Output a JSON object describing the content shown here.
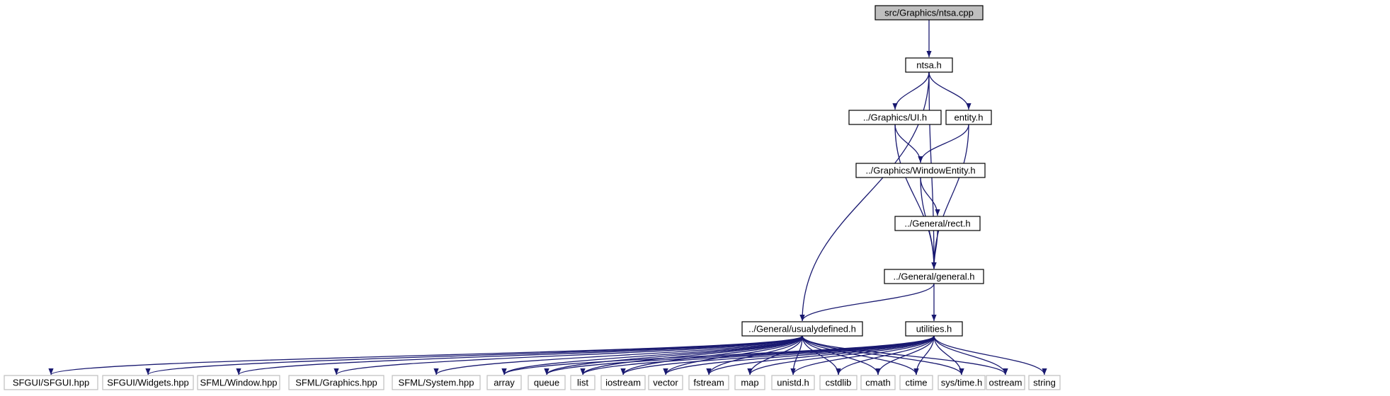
{
  "diagram": {
    "type": "include-dependency-graph",
    "colors": {
      "edge": "#191970",
      "border": "#000000",
      "external_border": "#bfbfbf",
      "root_fill": "#bfbfbf",
      "fill": "#ffffff"
    },
    "nodes": [
      {
        "id": "ntsa_cpp",
        "label": "src/Graphics/ntsa.cpp",
        "kind": "root"
      },
      {
        "id": "ntsa_h",
        "label": "ntsa.h",
        "kind": "local"
      },
      {
        "id": "ui_h",
        "label": "../Graphics/UI.h",
        "kind": "local"
      },
      {
        "id": "entity_h",
        "label": "entity.h",
        "kind": "local"
      },
      {
        "id": "windowentity_h",
        "label": "../Graphics/WindowEntity.h",
        "kind": "local"
      },
      {
        "id": "rect_h",
        "label": "../General/rect.h",
        "kind": "local"
      },
      {
        "id": "general_h",
        "label": "../General/general.h",
        "kind": "local"
      },
      {
        "id": "usualydefined_h",
        "label": "../General/usualydefined.h",
        "kind": "local"
      },
      {
        "id": "utilities_h",
        "label": "utilities.h",
        "kind": "local"
      },
      {
        "id": "sfgui_hpp",
        "label": "SFGUI/SFGUI.hpp",
        "kind": "external"
      },
      {
        "id": "widgets_hpp",
        "label": "SFGUI/Widgets.hpp",
        "kind": "external"
      },
      {
        "id": "window_hpp",
        "label": "SFML/Window.hpp",
        "kind": "external"
      },
      {
        "id": "graphics_hpp",
        "label": "SFML/Graphics.hpp",
        "kind": "external"
      },
      {
        "id": "system_hpp",
        "label": "SFML/System.hpp",
        "kind": "external"
      },
      {
        "id": "array",
        "label": "array",
        "kind": "external"
      },
      {
        "id": "queue",
        "label": "queue",
        "kind": "external"
      },
      {
        "id": "list",
        "label": "list",
        "kind": "external"
      },
      {
        "id": "iostream",
        "label": "iostream",
        "kind": "external"
      },
      {
        "id": "vector",
        "label": "vector",
        "kind": "external"
      },
      {
        "id": "fstream",
        "label": "fstream",
        "kind": "external"
      },
      {
        "id": "map",
        "label": "map",
        "kind": "external"
      },
      {
        "id": "unistd_h",
        "label": "unistd.h",
        "kind": "external"
      },
      {
        "id": "cstdlib",
        "label": "cstdlib",
        "kind": "external"
      },
      {
        "id": "cmath",
        "label": "cmath",
        "kind": "external"
      },
      {
        "id": "ctime",
        "label": "ctime",
        "kind": "external"
      },
      {
        "id": "systime_h",
        "label": "sys/time.h",
        "kind": "external"
      },
      {
        "id": "ostream",
        "label": "ostream",
        "kind": "external"
      },
      {
        "id": "string",
        "label": "string",
        "kind": "external"
      }
    ],
    "edges": [
      [
        "ntsa_cpp",
        "ntsa_h"
      ],
      [
        "ntsa_h",
        "ui_h"
      ],
      [
        "ntsa_h",
        "entity_h"
      ],
      [
        "ntsa_h",
        "usualydefined_h"
      ],
      [
        "ntsa_h",
        "general_h"
      ],
      [
        "ui_h",
        "windowentity_h"
      ],
      [
        "ui_h",
        "general_h"
      ],
      [
        "entity_h",
        "windowentity_h"
      ],
      [
        "entity_h",
        "general_h"
      ],
      [
        "windowentity_h",
        "rect_h"
      ],
      [
        "windowentity_h",
        "general_h"
      ],
      [
        "rect_h",
        "general_h"
      ],
      [
        "general_h",
        "usualydefined_h"
      ],
      [
        "general_h",
        "utilities_h"
      ],
      [
        "usualydefined_h",
        "sfgui_hpp"
      ],
      [
        "usualydefined_h",
        "widgets_hpp"
      ],
      [
        "usualydefined_h",
        "window_hpp"
      ],
      [
        "usualydefined_h",
        "graphics_hpp"
      ],
      [
        "usualydefined_h",
        "system_hpp"
      ],
      [
        "usualydefined_h",
        "array"
      ],
      [
        "usualydefined_h",
        "queue"
      ],
      [
        "usualydefined_h",
        "list"
      ],
      [
        "usualydefined_h",
        "iostream"
      ],
      [
        "usualydefined_h",
        "vector"
      ],
      [
        "usualydefined_h",
        "fstream"
      ],
      [
        "usualydefined_h",
        "map"
      ],
      [
        "usualydefined_h",
        "unistd_h"
      ],
      [
        "usualydefined_h",
        "cstdlib"
      ],
      [
        "usualydefined_h",
        "cmath"
      ],
      [
        "usualydefined_h",
        "ctime"
      ],
      [
        "usualydefined_h",
        "systime_h"
      ],
      [
        "usualydefined_h",
        "ostream"
      ],
      [
        "utilities_h",
        "array"
      ],
      [
        "utilities_h",
        "queue"
      ],
      [
        "utilities_h",
        "list"
      ],
      [
        "utilities_h",
        "iostream"
      ],
      [
        "utilities_h",
        "vector"
      ],
      [
        "utilities_h",
        "fstream"
      ],
      [
        "utilities_h",
        "map"
      ],
      [
        "utilities_h",
        "unistd_h"
      ],
      [
        "utilities_h",
        "cstdlib"
      ],
      [
        "utilities_h",
        "cmath"
      ],
      [
        "utilities_h",
        "ctime"
      ],
      [
        "utilities_h",
        "systime_h"
      ],
      [
        "utilities_h",
        "ostream"
      ],
      [
        "utilities_h",
        "string"
      ]
    ]
  }
}
